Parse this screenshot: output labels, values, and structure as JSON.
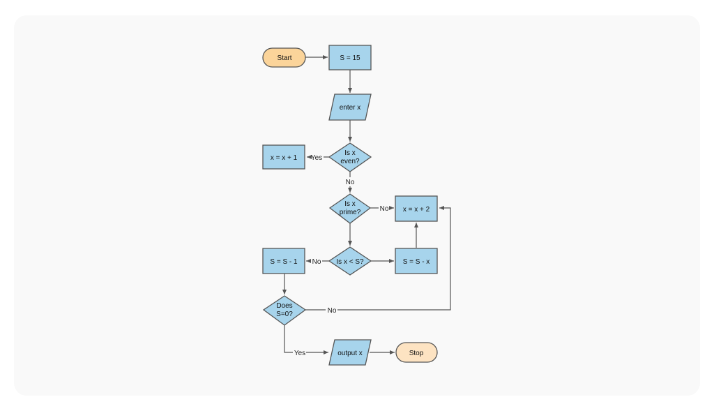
{
  "colors": {
    "terminator_start": "#fbd49a",
    "terminator_stop": "#fde3c2",
    "process": "#a7d4ec",
    "stroke": "#555555",
    "background": "#f9f9f9"
  },
  "nodes": {
    "start": "Start",
    "s_init": "S = 15",
    "enter_x": "enter x",
    "is_even_1": "Is x",
    "is_even_2": "even?",
    "x_plus_1": "x = x + 1",
    "is_prime_1": "Is x",
    "is_prime_2": "prime?",
    "x_plus_2": "x = x + 2",
    "is_less": "Is x < S?",
    "s_minus_x": "S = S - x",
    "s_minus_1": "S = S - 1",
    "does_zero_1": "Does",
    "does_zero_2": "S=0?",
    "output_x": "output x",
    "stop": "Stop"
  },
  "edge_labels": {
    "even_yes": "Yes",
    "even_no": "No",
    "prime_no": "No",
    "less_no": "No",
    "zero_no": "No",
    "zero_yes": "Yes"
  }
}
